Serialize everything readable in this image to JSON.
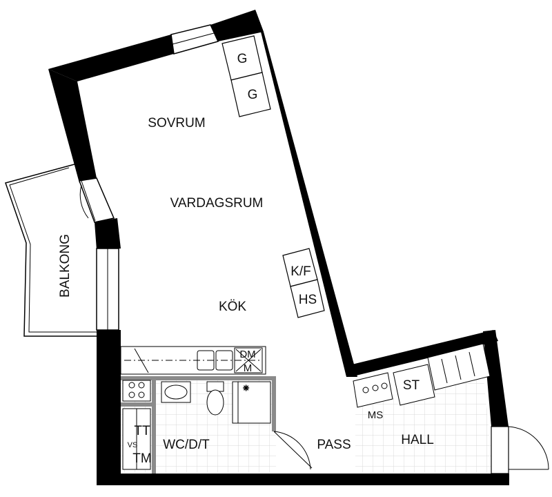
{
  "plan": {
    "rooms": {
      "sovrum": "SOVRUM",
      "vardagsrum": "VARDAGSRUM",
      "kok": "KÖK",
      "balkong": "BALKONG",
      "wc": "WC/D/T",
      "pass": "PASS",
      "hall": "HALL"
    },
    "fixtures": {
      "g_upper": "G",
      "g_lower": "G",
      "kf": "K/F",
      "hs": "HS",
      "st": "ST",
      "ms": "MS",
      "dm": "DM",
      "m": "M",
      "tt": "TT",
      "vs": "VS",
      "tm": "TM"
    }
  },
  "colors": {
    "wall": "#000000",
    "partition": "#8a8a8a",
    "tile_grid": "#d9d9d9",
    "background": "#ffffff"
  }
}
